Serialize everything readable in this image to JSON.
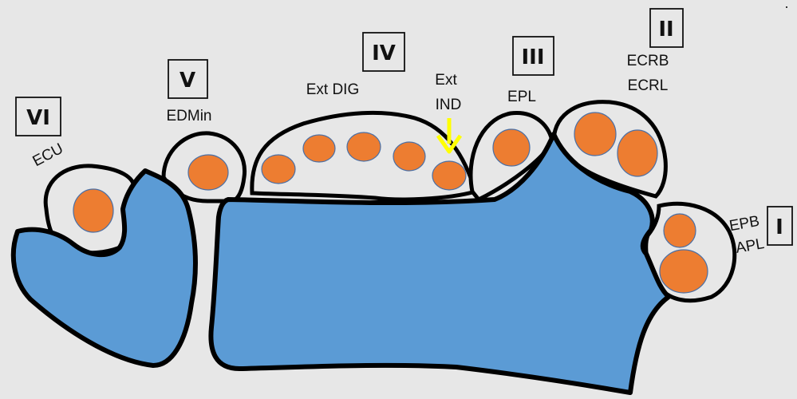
{
  "compartments": [
    {
      "numeral": "VI",
      "tendons": "ECU"
    },
    {
      "numeral": "V",
      "tendons": "EDMin"
    },
    {
      "numeral": "IV",
      "tendons": "Ext DIG"
    },
    {
      "numeral": "III",
      "tendons": "EPL"
    },
    {
      "numeral": "II",
      "tendons_line1": "ECRB",
      "tendons_line2": "ECRL"
    },
    {
      "numeral": "I",
      "tendons_line1": "EPB",
      "tendons_line2": "APL"
    }
  ],
  "ext_ind": {
    "line1": "Ext",
    "line2": "IND"
  },
  "colors": {
    "background": "#e7e7e7",
    "bone": "#5b9bd5",
    "tendon": "#ed7d31",
    "arrow": "#ffff00",
    "outline": "#000000"
  }
}
